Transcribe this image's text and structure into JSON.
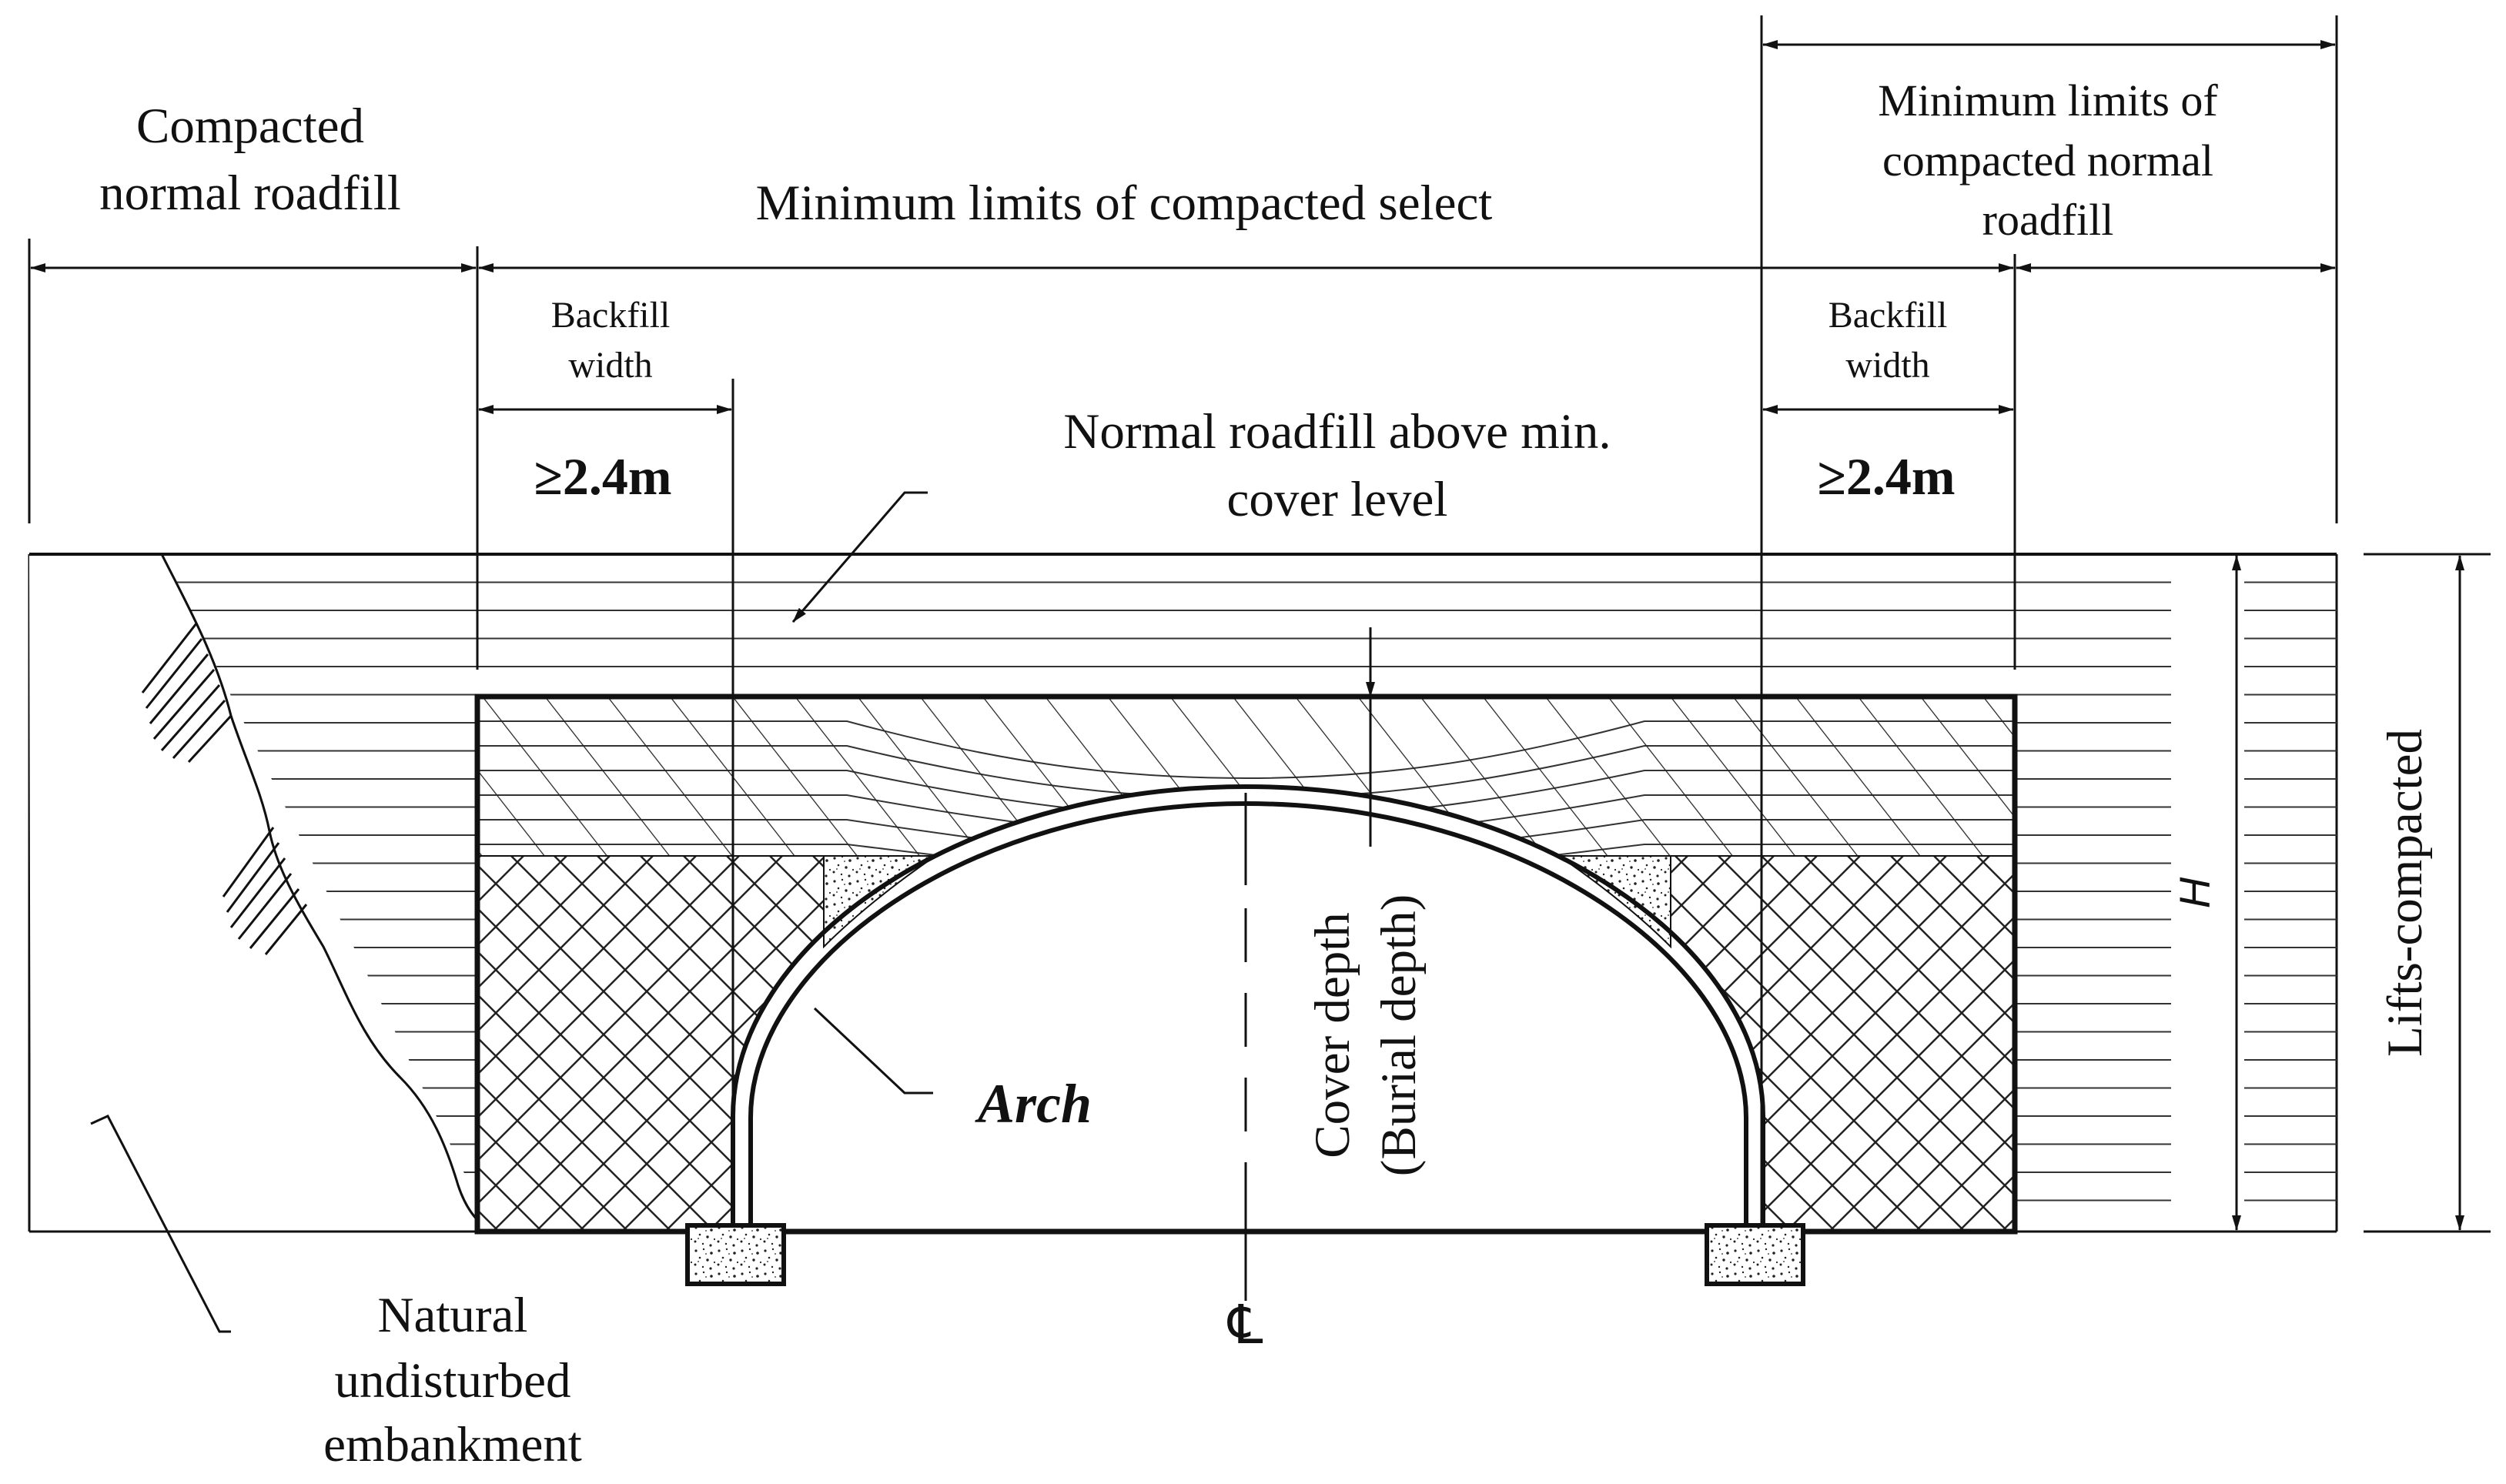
{
  "labels": {
    "compacted_normal_roadfill_line1": "Compacted",
    "compacted_normal_roadfill_line2": "normal roadfill",
    "min_limits_select": "Minimum limits of compacted select",
    "min_limits_normal_line1": "Minimum limits of",
    "min_limits_normal_line2": "compacted normal",
    "min_limits_normal_line3": "roadfill",
    "backfill_left_line1": "Backfill",
    "backfill_left_line2": "width",
    "backfill_right_line1": "Backfill",
    "backfill_right_line2": "width",
    "width_left": "≥2.4m",
    "width_right": "≥2.4m",
    "normal_above_line1": "Normal roadfill above min.",
    "normal_above_line2": "cover level",
    "arch": "Arch",
    "cover_depth_line1": "Cover depth",
    "cover_depth_line2": "(Burial depth)",
    "height": "H",
    "lifts_compacted": "Lifts-compacted",
    "natural_line1": "Natural",
    "natural_line2": "undisturbed",
    "natural_line3": "embankment",
    "centerline": "℄"
  },
  "colors": {
    "line": "#111111",
    "background": "#ffffff"
  }
}
